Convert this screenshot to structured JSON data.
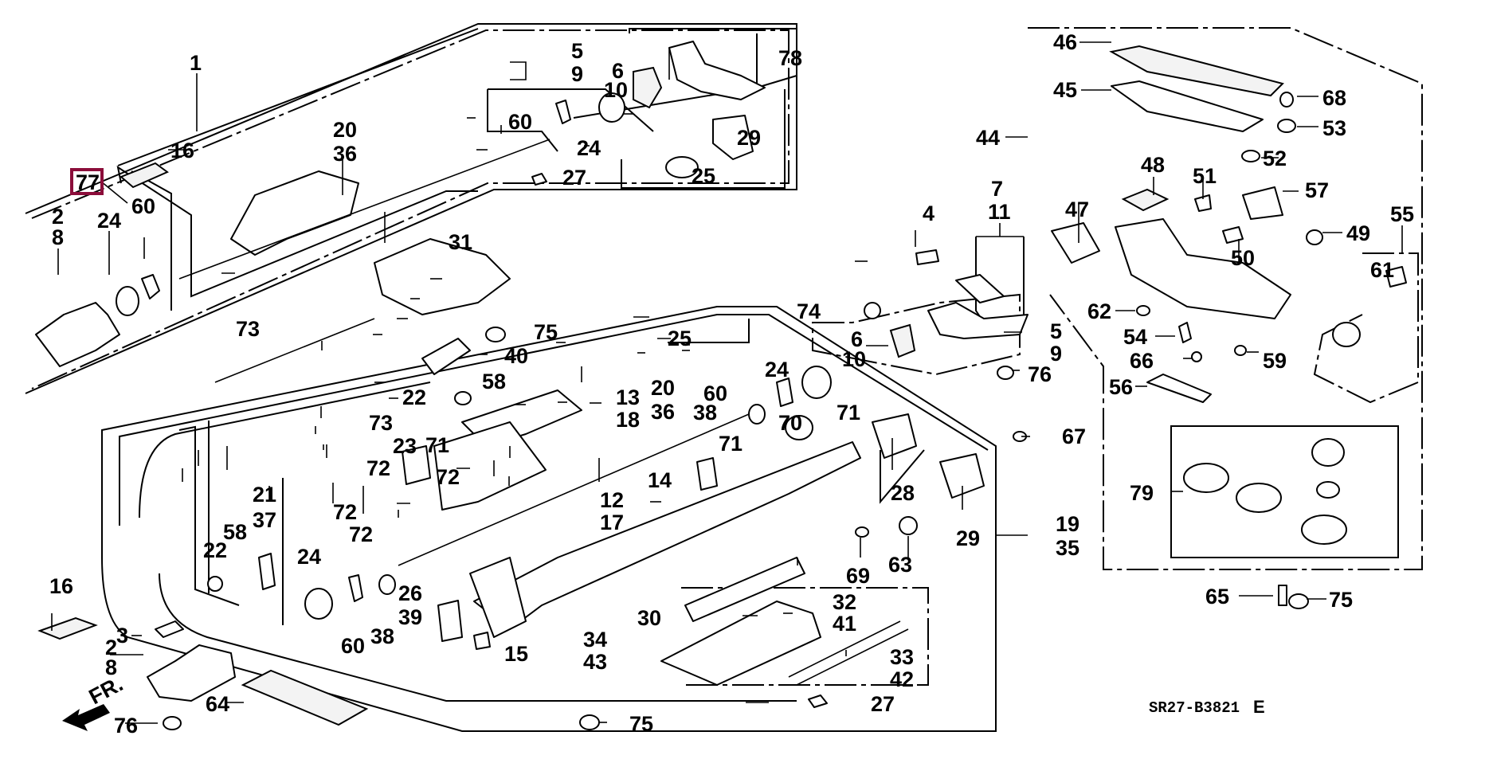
{
  "diagram": {
    "title": "Sunroof / roof frame parts exploded diagram",
    "drawing_code": "SR27-B3821",
    "revision_letter": "E",
    "direction_label": "FR.",
    "highlighted_callout": "77",
    "highlight_color": "#8b0d3a",
    "callouts": {
      "c1": "1",
      "c77": "77",
      "c16a": "16",
      "c2a": "2",
      "c8a": "8",
      "c24a": "24",
      "c60a": "60",
      "c20a": "20",
      "c36a": "36",
      "c5a": "5",
      "c9a": "9",
      "c6a": "6",
      "c10a": "10",
      "c78": "78",
      "c60b": "60",
      "c24b": "24",
      "c29a": "29",
      "c25a": "25",
      "c27a": "27",
      "c31": "31",
      "c73a": "73",
      "c75a": "75",
      "c40": "40",
      "c58a": "58",
      "c22a": "22",
      "c73b": "73",
      "c25b": "25",
      "c13": "13",
      "c18": "18",
      "c20b": "20",
      "c36b": "36",
      "c24c": "24",
      "c60c": "60",
      "c38a": "38",
      "c71a": "71",
      "c70": "70",
      "c71b": "71",
      "c14": "14",
      "c23": "23",
      "c71c": "71",
      "c72a": "72",
      "c72b": "72",
      "c72c": "72",
      "c72d": "72",
      "c21": "21",
      "c37": "37",
      "c22b": "22",
      "c58b": "58",
      "c24d": "24",
      "c60d": "60",
      "c38b": "38",
      "c26": "26",
      "c39": "39",
      "c15": "15",
      "c12": "12",
      "c17": "17",
      "c34": "34",
      "c43": "43",
      "c30": "30",
      "c32": "32",
      "c41": "41",
      "c33": "33",
      "c42": "42",
      "c27b": "27",
      "c75b": "75",
      "c16b": "16",
      "c3": "3",
      "c2b": "2",
      "c8b": "8",
      "c76a": "76",
      "c64": "64",
      "c4": "4",
      "c7": "7",
      "c11": "11",
      "c74": "74",
      "c6b": "6",
      "c10b": "10",
      "c5b": "5",
      "c9b": "9",
      "c76b": "76",
      "c67": "67",
      "c28": "28",
      "c29b": "29",
      "c69": "69",
      "c63": "63",
      "c19": "19",
      "c35": "35",
      "c46": "46",
      "c45": "45",
      "c44": "44",
      "c68": "68",
      "c53": "53",
      "c52": "52",
      "c48": "48",
      "c51": "51",
      "c57": "57",
      "c47": "47",
      "c49": "49",
      "c55": "55",
      "c50": "50",
      "c61": "61",
      "c62": "62",
      "c54": "54",
      "c66": "66",
      "c59": "59",
      "c56": "56",
      "c79": "79",
      "c65": "65",
      "c75c": "75"
    }
  }
}
